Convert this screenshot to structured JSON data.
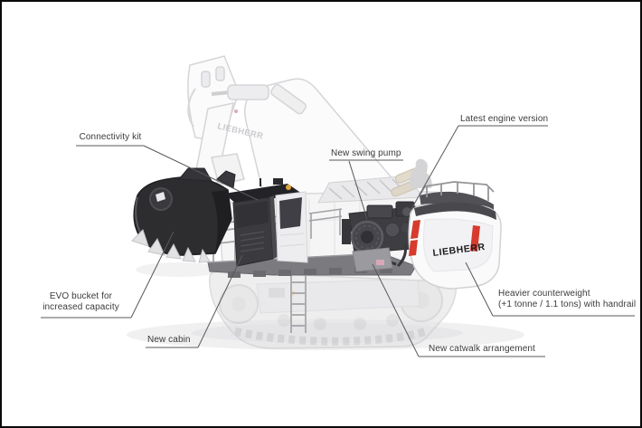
{
  "figure": {
    "description": "Liebherr mining excavator — annotated overview of new features",
    "background": "#ffffff",
    "border_color": "#0a0a0a",
    "label_text_color": "#3b3b3d",
    "leader_line_color": "#58585a",
    "highlight_dark": "#3b3b3f",
    "ghost_gray": "#d6d6d9",
    "accent_red": "#d63b2d"
  },
  "machine": {
    "counterweight_brand": "LIEBHERR",
    "boom_brand": "LIEBHERR"
  },
  "callouts": [
    {
      "id": "connectivity-kit",
      "label": "Connectivity kit"
    },
    {
      "id": "latest-engine-version",
      "label": "Latest engine version"
    },
    {
      "id": "new-swing-pump",
      "label": "New swing pump"
    },
    {
      "id": "evo-bucket",
      "label": "EVO bucket for\nincreased capacity"
    },
    {
      "id": "new-cabin",
      "label": "New cabin"
    },
    {
      "id": "new-catwalk",
      "label": "New catwalk arrangement"
    },
    {
      "id": "heavier-counterweight",
      "label": "Heavier counterweight\n(+1 tonne / 1.1 tons) with handrail"
    }
  ]
}
